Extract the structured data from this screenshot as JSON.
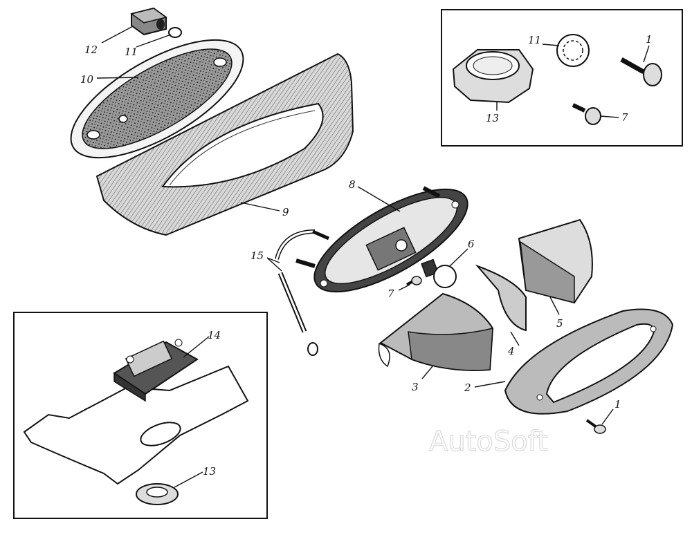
{
  "labels": {
    "p1": "1",
    "p1b": "1",
    "p2": "2",
    "p3": "3",
    "p4": "4",
    "p5": "5",
    "p6": "6",
    "p7": "7",
    "p7b": "7",
    "p8": "8",
    "p9": "9",
    "p10": "10",
    "p11": "11",
    "p11b": "11",
    "p12": "12",
    "p13": "13",
    "p13b": "13",
    "p14": "14",
    "p15": "15"
  },
  "watermark": "AutoSoft"
}
